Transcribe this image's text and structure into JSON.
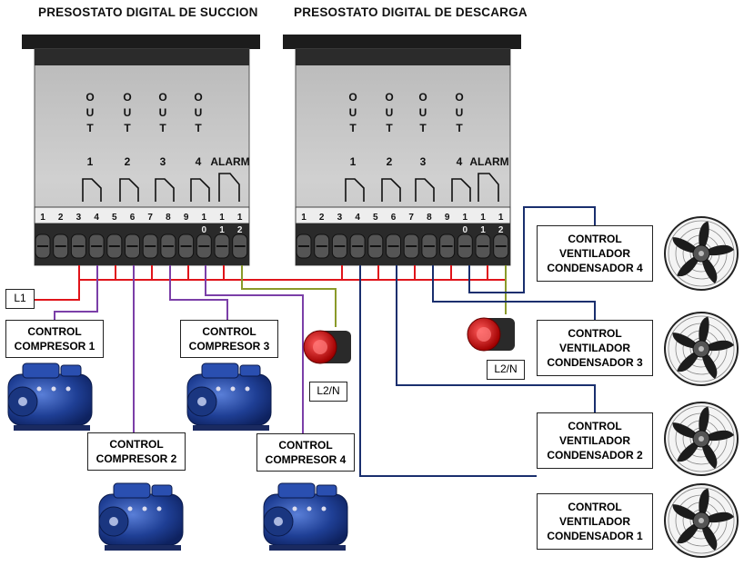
{
  "titles": {
    "suction": "PRESOSTATO DIGITAL DE SUCCION",
    "discharge": "PRESOSTATO DIGITAL DE DESCARGA"
  },
  "controller": {
    "out_letters": [
      "O",
      "U",
      "T"
    ],
    "out_numbers": [
      "1",
      "2",
      "3",
      "4"
    ],
    "alarm_label": "ALARM",
    "terminals": [
      "1",
      "2",
      "3",
      "4",
      "5",
      "6",
      "7",
      "8",
      "9",
      "1\n0",
      "1\n1",
      "1\n2"
    ]
  },
  "supply": {
    "l1": "L1",
    "l2n_left": "L2/N",
    "l2n_right": "L2/N"
  },
  "compressors": [
    {
      "line1": "CONTROL",
      "line2": "COMPRESOR 1"
    },
    {
      "line1": "CONTROL",
      "line2": "COMPRESOR 2"
    },
    {
      "line1": "CONTROL",
      "line2": "COMPRESOR 3"
    },
    {
      "line1": "CONTROL",
      "line2": "COMPRESOR 4"
    }
  ],
  "fans": [
    {
      "line1": "CONTROL",
      "line2": "VENTILADOR",
      "line3": "CONDENSADOR 4"
    },
    {
      "line1": "CONTROL",
      "line2": "VENTILADOR",
      "line3": "CONDENSADOR 3"
    },
    {
      "line1": "CONTROL",
      "line2": "VENTILADOR",
      "line3": "CONDENSADOR 2"
    },
    {
      "line1": "CONTROL",
      "line2": "VENTILADOR",
      "line3": "CONDENSADOR 1"
    }
  ],
  "colors": {
    "l1_wire": "#e0141a",
    "compressor_wire": "#7b3fa8",
    "fan_wire": "#1a2f6e",
    "alarm_wire": "#8a9a2a",
    "compressor_body": "#1f3f95",
    "device_body": "#333333"
  },
  "icons": [
    "compressor-icon",
    "fan-icon",
    "buzzer-icon"
  ]
}
